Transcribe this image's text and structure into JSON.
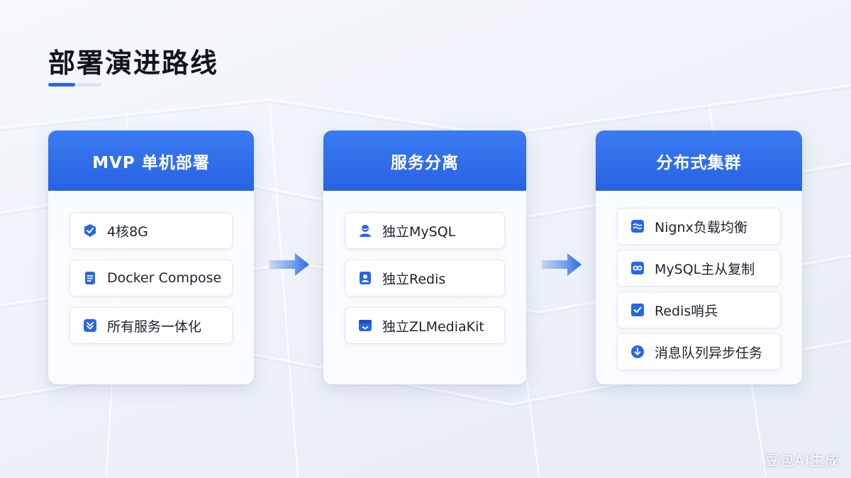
{
  "page": {
    "title": "部署演进路线"
  },
  "stages": [
    {
      "title": "MVP 单机部署",
      "items": [
        {
          "label": "4核8G",
          "icon": "shield-check-icon"
        },
        {
          "label": "Docker Compose",
          "icon": "document-list-icon"
        },
        {
          "label": "所有服务一体化",
          "icon": "chevron-double-down-icon"
        }
      ]
    },
    {
      "title": "服务分离",
      "items": [
        {
          "label": "独立MySQL",
          "icon": "user-icon"
        },
        {
          "label": "独立Redis",
          "icon": "user-badge-icon"
        },
        {
          "label": "独立ZLMediaKit",
          "icon": "window-icon"
        }
      ]
    },
    {
      "title": "分布式集群",
      "items": [
        {
          "label": "Nignx负载均衡",
          "icon": "wave-lines-icon"
        },
        {
          "label": "MySQL主从复制",
          "icon": "infinity-link-icon"
        },
        {
          "label": "Redis哨兵",
          "icon": "check-box-icon"
        },
        {
          "label": "消息队列异步任务",
          "icon": "down-arrow-circle-icon"
        }
      ]
    }
  ],
  "watermark": "豆包AI生成",
  "colors": {
    "accent": "#2866e6",
    "header_top": "#3b7bf1",
    "header_bottom": "#2762e3"
  }
}
